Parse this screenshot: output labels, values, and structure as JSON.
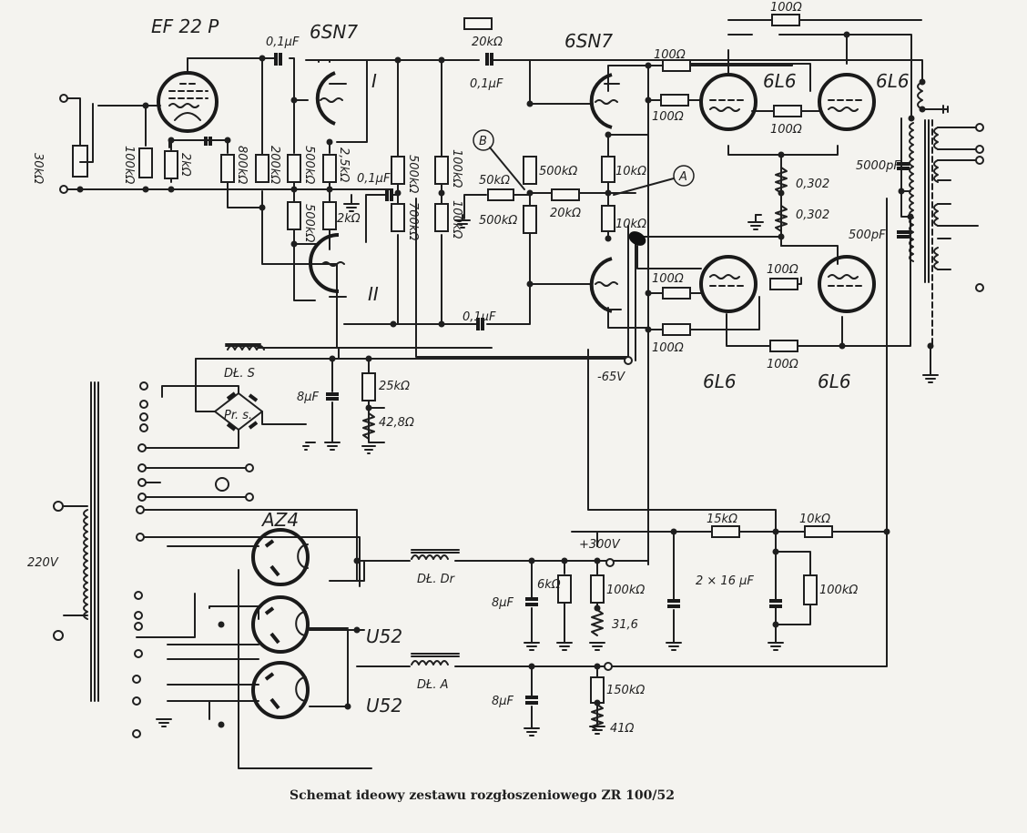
{
  "title": "Schemat ideowy zestawu rozgłoszeniowego ZR 100/52",
  "tubes": {
    "ef22p": "EF 22 P",
    "sn7_1": "6SN7",
    "sn7_2": "6SN7",
    "l6_1": "6L6",
    "l6_2": "6L6",
    "l6_3": "6L6",
    "l6_4": "6L6",
    "az4": "AZ4",
    "u52_1": "U52",
    "u52_2": "U52",
    "sec_I": "I",
    "sec_II": "II"
  },
  "markers": {
    "a": "A",
    "b": "B"
  },
  "labels": {
    "r_30k": "30kΩ",
    "r_100k_in": "100kΩ",
    "r_2k_cath": "2kΩ",
    "r_800k": "800kΩ",
    "r_200k": "200kΩ",
    "c_01_a": "0,1μF",
    "r_500k_g1": "500kΩ",
    "r_25k": "2,5kΩ",
    "r_500k_g2": "500kΩ",
    "r_2k_b": "2kΩ",
    "c_01_b": "0,1μF",
    "r_500k_c": "500kΩ",
    "r_700k": "700kΩ",
    "r_100k_a": "100kΩ",
    "r_100k_b": "100kΩ",
    "r_20k_top": "20kΩ",
    "c_01_c": "0,1μF",
    "r_50k": "50kΩ",
    "r_500k_d": "500kΩ",
    "r_500k_e": "500kΩ",
    "r_20k_mid": "20kΩ",
    "r_10k_a": "10kΩ",
    "r_10k_b": "10kΩ",
    "c_01_d": "0,1μF",
    "r_100_1": "100Ω",
    "r_100_2": "100Ω",
    "r_100_3": "100Ω",
    "r_100_4": "100Ω",
    "r_100_5": "100Ω",
    "r_100_6": "100Ω",
    "r_100_7": "100Ω",
    "r_100_8": "100Ω",
    "r_0302_a": "0,302",
    "r_0302_b": "0,302",
    "c_5000p": "5000pF",
    "c_500p": "500pF",
    "v_neg65": "-65V",
    "dl_s": "DŁ. S",
    "pr_s": "Pr. s.",
    "c_8u_a": "8μF",
    "r_25k_bias": "25kΩ",
    "r_428": "42,8Ω",
    "v_220": "220V",
    "dl_dr": "DŁ. Dr",
    "dl_a": "DŁ. A",
    "c_8u_b": "8μF",
    "r_6k": "6kΩ",
    "r_100k_p": "100kΩ",
    "r_316": "31,6",
    "v_300": "+300V",
    "c_2x16": "2 × 16 μF",
    "r_15k": "15kΩ",
    "r_10k_p": "10kΩ",
    "r_100k_q": "100kΩ",
    "c_8u_c": "8μF",
    "r_150k": "150kΩ",
    "r_41": "41Ω"
  }
}
